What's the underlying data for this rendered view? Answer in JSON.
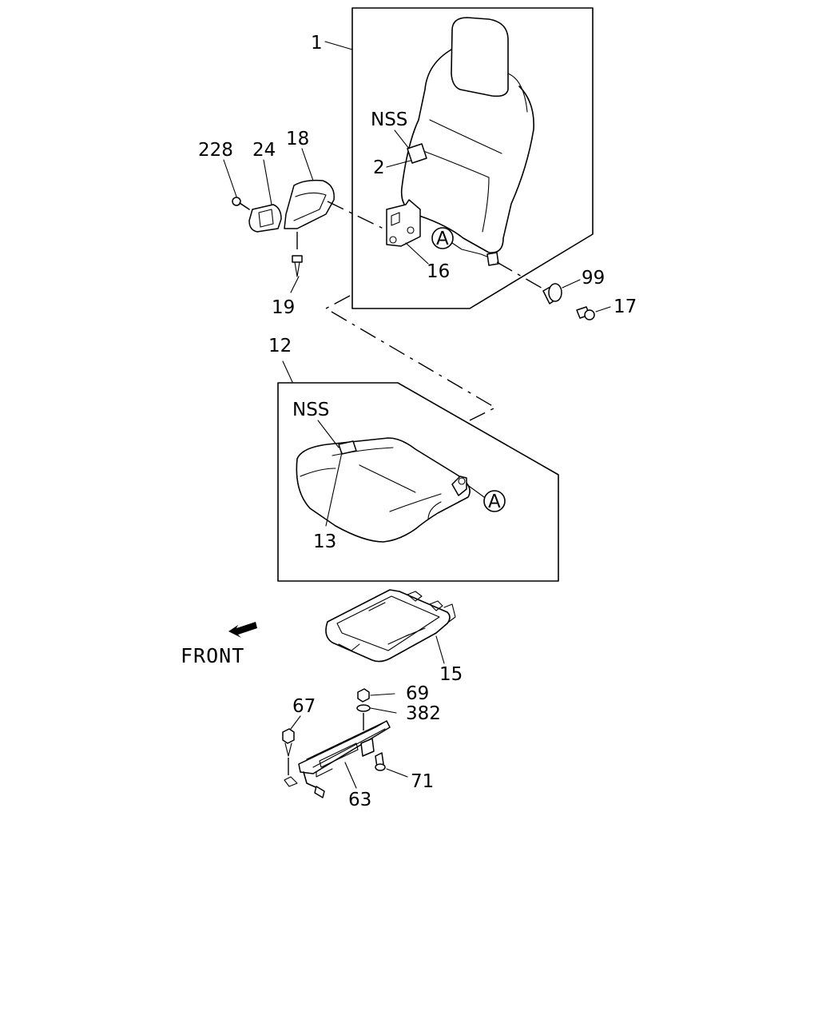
{
  "diagram": {
    "callouts": {
      "seatback_assembly": "1",
      "seatback_label": "2",
      "seatback_nss": "NSS",
      "bolt_228": "228",
      "knob_24": "24",
      "cover_18": "18",
      "screw_19": "19",
      "bracket_16": "16",
      "ref_a_top": "A",
      "bushing_99": "99",
      "bolt_17": "17",
      "cushion_assembly": "12",
      "cushion_nss": "NSS",
      "cushion_label": "13",
      "ref_a_bottom": "A",
      "frame_15": "15",
      "nut_69": "69",
      "washer_382": "382",
      "bolt_67": "67",
      "adjuster_63": "63",
      "bolt_71": "71"
    },
    "front_indicator": {
      "label": "FRONT",
      "icon": "front-arrow-icon"
    }
  }
}
